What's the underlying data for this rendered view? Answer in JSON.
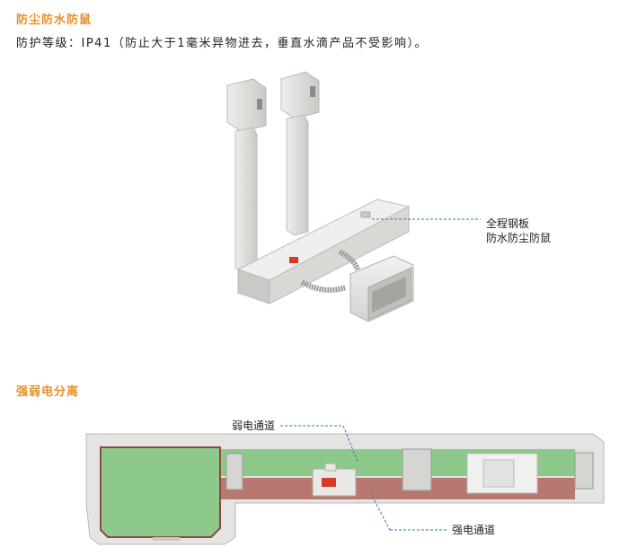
{
  "section1": {
    "title": "防尘防水防鼠",
    "description": "防护等级：IP41（防止大于1毫米异物进去，垂直水滴产品不受影响）。",
    "callout": {
      "line1": "全程钢板",
      "line2": "防水防尘防鼠"
    }
  },
  "section2": {
    "title": "强弱电分离",
    "callout_weak": "弱电通道",
    "callout_strong": "强电通道"
  },
  "colors": {
    "title_orange": "#e8902a",
    "leader_blue": "#2a78c8",
    "weak_green": "#8cc98a",
    "strong_red": "#b9786f",
    "product_grey": "#d9d9d6"
  }
}
